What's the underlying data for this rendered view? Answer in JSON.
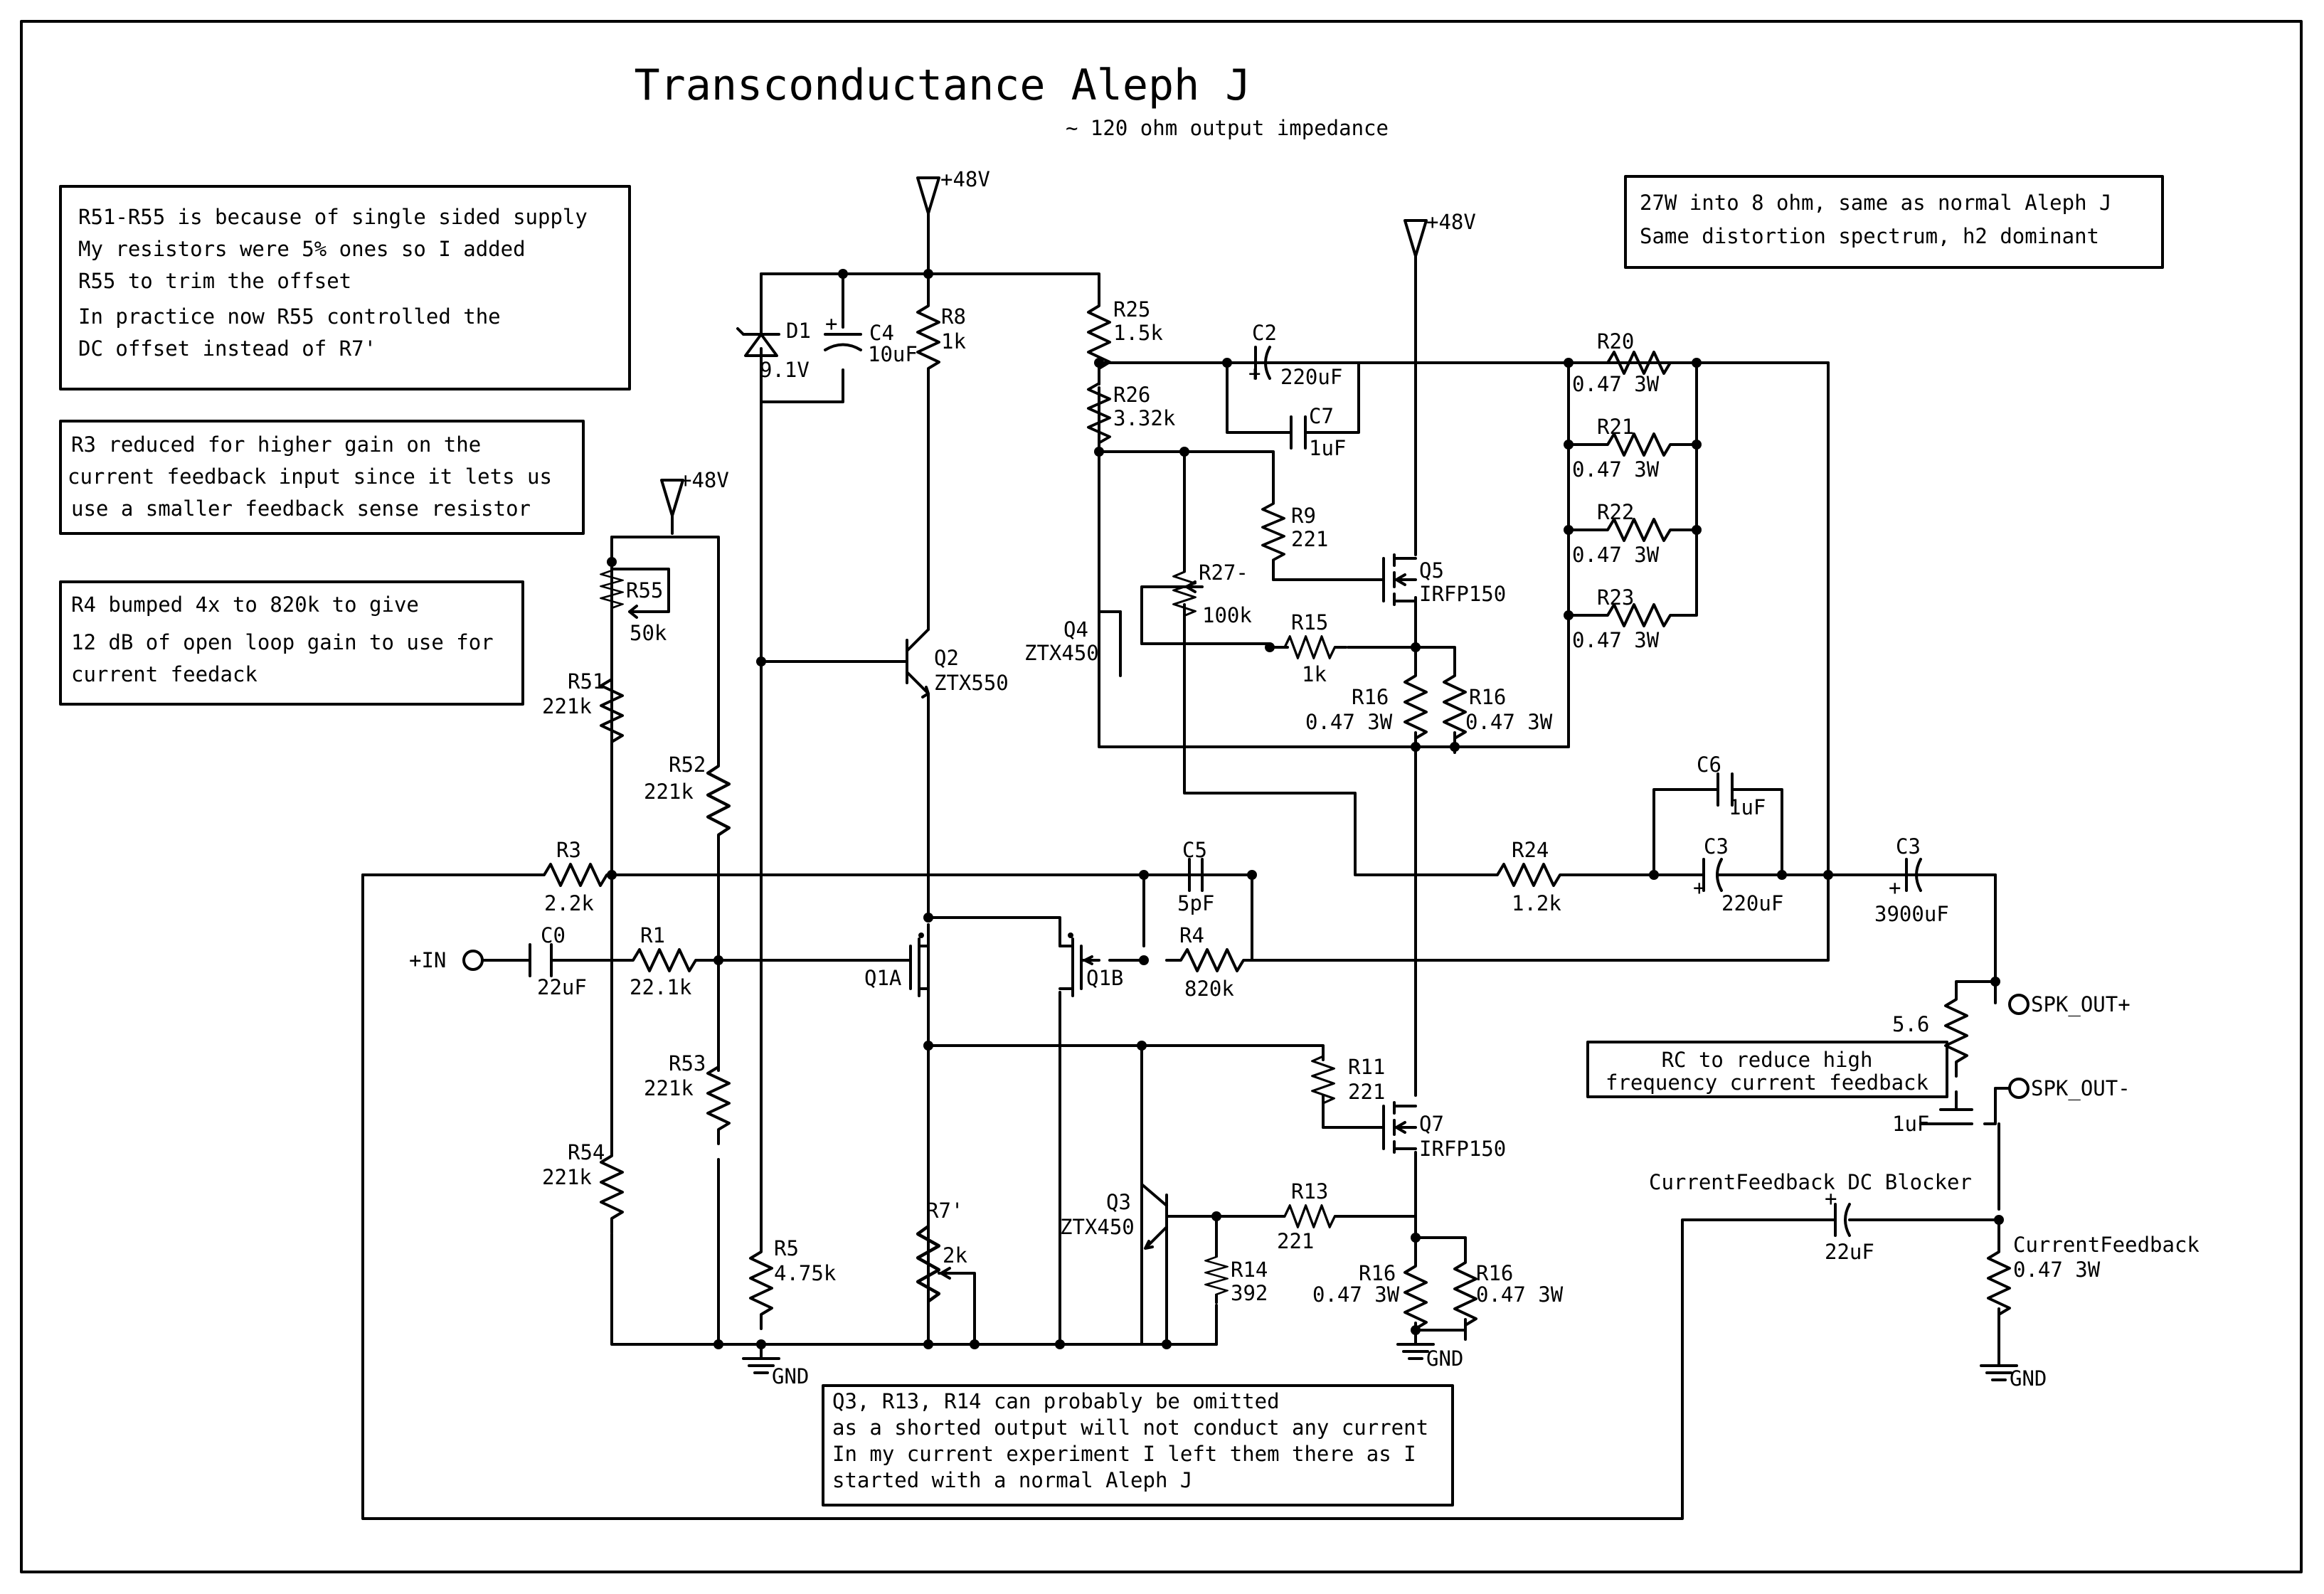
{
  "title": "Transconductance Aleph J",
  "subtitle": "~ 120 ohm output impedance",
  "notes": {
    "supply": [
      "R51-R55 is because of single sided supply",
      "My resistors were 5% ones so I added",
      "R55 to trim the offset",
      "In practice now R55 controlled the",
      "DC offset instead of R7'"
    ],
    "r3": [
      "R3 reduced for higher gain on the",
      "current feedback input since it lets us",
      "use a smaller feedback sense resistor"
    ],
    "r4": [
      "R4 bumped 4x to 820k to give",
      "12 dB of open loop gain to use for",
      "current feedack"
    ],
    "power": [
      "27W into 8 ohm, same as normal Aleph J",
      "Same distortion spectrum, h2 dominant"
    ],
    "q3": [
      "Q3, R13, R14 can probably be omitted",
      "as a shorted output will not conduct any current",
      "In my current experiment I left them there as I",
      "started with a normal Aleph J"
    ],
    "rc": [
      "RC to reduce high",
      "frequency current feedback"
    ],
    "dc_blocker": "CurrentFeedback DC Blocker"
  },
  "rails": {
    "plus48": "+48V",
    "gnd": "GND"
  },
  "ports": {
    "in": "+IN",
    "spk_plus": "SPK_OUT+",
    "spk_minus": "SPK_OUT-"
  },
  "components": {
    "R3": {
      "ref": "R3",
      "value": "2.2k"
    },
    "R1": {
      "ref": "R1",
      "value": "22.1k"
    },
    "C0": {
      "ref": "C0",
      "value": "22uF"
    },
    "R51": {
      "ref": "R51",
      "value": "221k"
    },
    "R52": {
      "ref": "R52",
      "value": "221k"
    },
    "R53": {
      "ref": "R53",
      "value": "221k"
    },
    "R54": {
      "ref": "R54",
      "value": "221k"
    },
    "R55": {
      "ref": "R55",
      "value": "50k"
    },
    "D1": {
      "ref": "D1",
      "value": "9.1V"
    },
    "C4": {
      "ref": "C4",
      "value": "10uF"
    },
    "R8": {
      "ref": "R8",
      "value": "1k"
    },
    "R5": {
      "ref": "R5",
      "value": "4.75k"
    },
    "Q2": {
      "ref": "Q2",
      "value": "ZTX550"
    },
    "Q1A": {
      "ref": "Q1A"
    },
    "Q1B": {
      "ref": "Q1B"
    },
    "R7": {
      "ref": "R7'",
      "value": "2k"
    },
    "C5": {
      "ref": "C5",
      "value": "5pF"
    },
    "R4": {
      "ref": "R4",
      "value": "820k"
    },
    "R25": {
      "ref": "R25",
      "value": "1.5k"
    },
    "R26": {
      "ref": "R26",
      "value": "3.32k"
    },
    "C2": {
      "ref": "C2",
      "value": "220uF"
    },
    "C7": {
      "ref": "C7",
      "value": "1uF"
    },
    "R9": {
      "ref": "R9",
      "value": "221"
    },
    "Q5": {
      "ref": "Q5",
      "value": "IRFP150"
    },
    "R27": {
      "ref": "R27-",
      "value": "100k"
    },
    "Q4": {
      "ref": "Q4",
      "value": "ZTX450"
    },
    "R15": {
      "ref": "R15",
      "value": "1k"
    },
    "R16a": {
      "ref": "R16",
      "value": "0.47 3W"
    },
    "R16b": {
      "ref": "R16",
      "value": "0.47 3W"
    },
    "R16c": {
      "ref": "R16",
      "value": "0.47 3W"
    },
    "R16d": {
      "ref": "R16",
      "value": "0.47 3W"
    },
    "R20": {
      "ref": "R20",
      "value": "0.47 3W"
    },
    "R21": {
      "ref": "R21",
      "value": "0.47 3W"
    },
    "R22": {
      "ref": "R22",
      "value": "0.47 3W"
    },
    "R23": {
      "ref": "R23",
      "value": "0.47 3W"
    },
    "C6": {
      "ref": "C6",
      "value": "1uF"
    },
    "R24": {
      "ref": "R24",
      "value": "1.2k"
    },
    "C3a": {
      "ref": "C3",
      "value": "220uF"
    },
    "C3b": {
      "ref": "C3",
      "value": "3900uF"
    },
    "R11": {
      "ref": "R11",
      "value": "221"
    },
    "Q7": {
      "ref": "Q7",
      "value": "IRFP150"
    },
    "Q3": {
      "ref": "Q3",
      "value": "ZTX450"
    },
    "R13": {
      "ref": "R13",
      "value": "221"
    },
    "R14": {
      "ref": "R14",
      "value": "392"
    },
    "Rrc": {
      "value": "5.6"
    },
    "Crc": {
      "value": "1uF"
    },
    "Cdc": {
      "value": "22uF"
    },
    "Rcf": {
      "ref": "CurrentFeedback",
      "value": "0.47 3W"
    }
  },
  "marks": {
    "plus": "+"
  }
}
